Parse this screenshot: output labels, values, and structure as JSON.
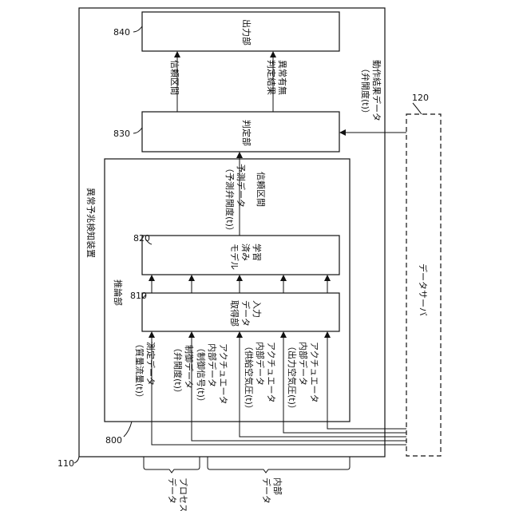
{
  "labels": {
    "apparatus": "異常予兆検知装置",
    "inference": "推論部",
    "input_acq": [
      "入力",
      "データ",
      "取得部"
    ],
    "learned_model": [
      "学習",
      "済み",
      "モデル"
    ],
    "judgment": "判定部",
    "output": "出力部",
    "data_server": "データサーバ",
    "measured": [
      "測定データ",
      "（質量流量(t)）"
    ],
    "control": [
      "制御データ",
      "（弁開度(t)）"
    ],
    "act_ctrl": [
      "アクチュエータ",
      "内部データ",
      "（制御信号(t)）"
    ],
    "act_supply": [
      "アクチュエータ",
      "内部データ",
      "（供給空気圧(t)）"
    ],
    "act_output": [
      "アクチュエータ",
      "内部データ",
      "（出力空気圧(t)）"
    ],
    "prediction": [
      "予測データ",
      "（予測弁開度(t)）"
    ],
    "confidence_in": "信頼区間",
    "confidence_out": "信頼区間",
    "anomaly_result": [
      "異常有無",
      "判定結果"
    ],
    "operation_result": [
      "動作結果データ",
      "（弁開度(t)）"
    ],
    "process_data": [
      "プロセス",
      "データ"
    ],
    "internal_data": [
      "内部",
      "データ"
    ]
  },
  "refs": {
    "apparatus": "110",
    "server": "120",
    "inference": "800",
    "input_acq": "810",
    "learned_model": "820",
    "judgment": "830",
    "output": "840"
  }
}
